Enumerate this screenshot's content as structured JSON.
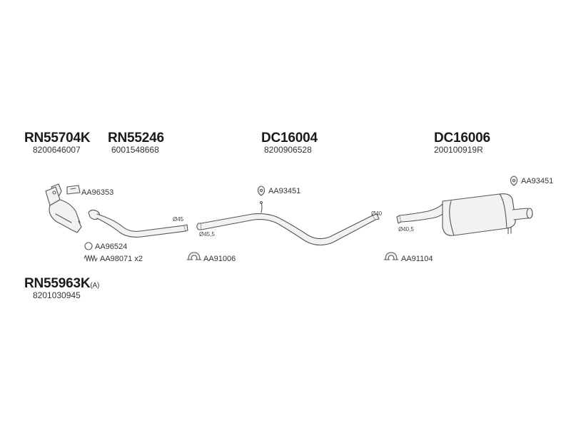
{
  "parts": {
    "rn55704k": {
      "code": "RN55704K",
      "oe": "8200646007"
    },
    "rn55246": {
      "code": "RN55246",
      "oe": "6001548668"
    },
    "dc16004": {
      "code": "DC16004",
      "oe": "8200906528"
    },
    "dc16006": {
      "code": "DC16006",
      "oe": "200100919R"
    },
    "rn55963k": {
      "code": "RN55963K",
      "suffix": "(A)",
      "oe": "8201030945"
    }
  },
  "refs": {
    "aa96353": "AA96353",
    "aa96524": "AA96524",
    "aa98071": "AA98071 x2",
    "aa93451_mid": "AA93451",
    "aa93451_right": "AA93451",
    "aa91006": "AA91006",
    "aa91104": "AA91104"
  },
  "dims": {
    "d45": "Ø45",
    "d45_5": "Ø45,5",
    "d40": "Ø40",
    "d40_5": "Ø40,5"
  },
  "colors": {
    "line": "#555555",
    "fill": "#f2f2f2",
    "text": "#1a1a1a"
  }
}
